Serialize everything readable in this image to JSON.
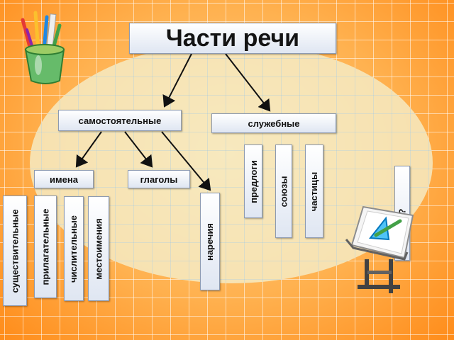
{
  "title": "Части речи",
  "branches": {
    "independent": "самостоятельные",
    "auxiliary": "служебные"
  },
  "independent_groups": {
    "names": "имена",
    "verbs": "глаголы",
    "adverbs": "наречия"
  },
  "names_members": [
    "существительные",
    "прилагательные",
    "числительные",
    "местоимения"
  ],
  "auxiliary_members": [
    "предлоги",
    "союзы",
    "частицы"
  ],
  "unknown_member": "?",
  "icons": [
    "pencil-cup-icon",
    "drafting-table-icon"
  ]
}
